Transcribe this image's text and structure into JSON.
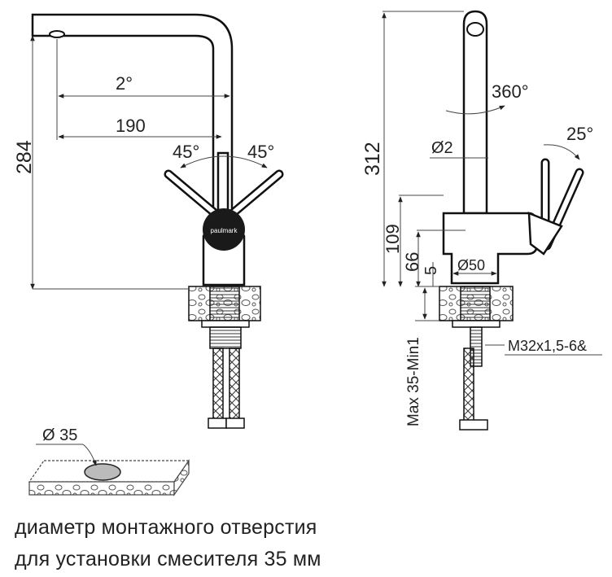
{
  "front_view": {
    "dim_height": "284",
    "dim_tilt": "2°",
    "dim_reach": "190",
    "angle_left": "45°",
    "angle_right": "45°",
    "brand": "paulmark"
  },
  "side_view": {
    "dim_height": "312",
    "dim_rotation": "360°",
    "dim_spout_diameter": "Ø2",
    "dim_lever_angle": "25°",
    "dim_body_height": "109",
    "dim_body_mid": "66",
    "dim_base": "5",
    "dim_base_diameter": "Ø50",
    "dim_thread": "M32x1,5-6&",
    "dim_counter_thickness": "Max 35-Min1"
  },
  "hole_detail": {
    "dim_hole_diameter": "Ø 35"
  },
  "caption": {
    "line1": "диаметр монтажного отверстия",
    "line2": "для установки смесителя 35 мм"
  }
}
